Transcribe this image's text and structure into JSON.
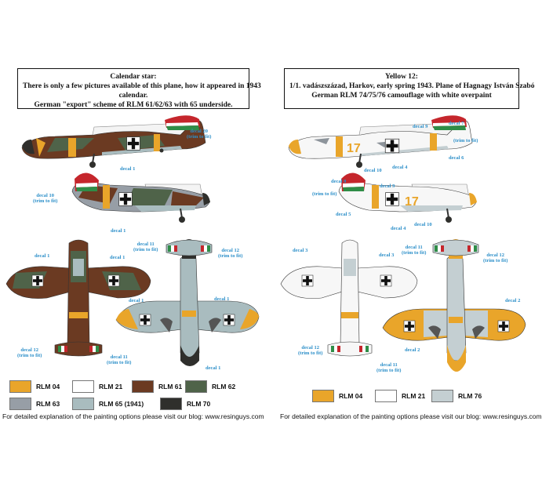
{
  "colors": {
    "RLM 04": "#e9a52a",
    "RLM 21": "#ffffff",
    "RLM 61": "#6b3a22",
    "RLM 62": "#4f6349",
    "RLM 63": "#979ea6",
    "RLM 65": "#a9bcbf",
    "RLM 70": "#2f2f2c",
    "RLM 74": "#6b7680",
    "RLM 75": "#8d949b",
    "RLM 76": "#c4cfd2",
    "decal": "#2c8fc9",
    "hun_red": "#c5262c",
    "hun_green": "#2f8d47"
  },
  "left": {
    "title_lines": [
      "Calendar star:",
      "There is only a few pictures available of this plane,  how it appeared in 1943",
      "calendar.",
      "German \"export\" scheme of RLM 61/62/63 with 65 underside."
    ],
    "decals": {
      "d20": "decal 20",
      "d20_trim": "(trim to fit)",
      "d1_a": "decal 1",
      "d10": "decal 10",
      "d10_trim": "(trim to fit)",
      "d1_b": "decal 1",
      "d1_c": "decal 1",
      "d1_d": "decal 1",
      "d11_top": "decal 11",
      "d11_top_trim": "(trim to fit)",
      "d12_top": "decal 12",
      "d12_top_trim": "(trim to fit)",
      "d1_e": "decal 1",
      "d1_f": "decal 1",
      "d12_bot": "decal 12",
      "d12_bot_trim": "(trim to fit)",
      "d11_bot": "decal 11",
      "d11_bot_trim": "(trim to fit)",
      "d1_g": "decal 1"
    },
    "swatches": [
      {
        "label": "RLM 04",
        "color": "#e9a52a"
      },
      {
        "label": "RLM 21",
        "color": "#ffffff"
      },
      {
        "label": "RLM 61",
        "color": "#6b3a22"
      },
      {
        "label": "RLM 62",
        "color": "#4f6349"
      },
      {
        "label": "RLM 63",
        "color": "#979ea6"
      },
      {
        "label": "RLM 65 (1941)",
        "color": "#a9bcbf"
      },
      {
        "label": "RLM 70",
        "color": "#2f2f2c"
      }
    ],
    "footer": "For detailed explanation of the painting options please visit our blog: www.resinguys.com"
  },
  "right": {
    "title_lines": [
      "Yellow 12:",
      "1/1. vadászszázad, Harkov, early spring 1943. Plane of Hagnagy István Szabó",
      "German RLM  74/75/76 camouflage with white overpaint"
    ],
    "decals": {
      "d9_a": "decal 9",
      "d7": "decal 7",
      "d7_trim": "(trim to fit)",
      "d6": "decal 6",
      "d10_a": "decal 10",
      "d4_a": "decal 4",
      "d8": "decal 8",
      "d9_b": "decal 9",
      "d8_trim": "(trim to fit)",
      "d5": "decal 5",
      "d4_b": "decal 4",
      "d10_b": "decal 10",
      "d3_a": "decal 3",
      "d3_b": "decal 3",
      "d11_top": "decal 11",
      "d11_top_trim": "(trim to fit)",
      "d12_top": "decal 12",
      "d12_top_trim": "(trim to fit)",
      "d2_a": "decal 2",
      "d2_b": "decal 2",
      "d12_bot": "decal 12",
      "d12_bot_trim": "(trim to fit)",
      "d11_bot": "decal 11",
      "d11_bot_trim": "(trim to fit)",
      "fuselage_number": "17",
      "wing_number": "17"
    },
    "swatches": [
      {
        "label": "RLM 04",
        "color": "#e9a52a"
      },
      {
        "label": "RLM 21",
        "color": "#ffffff"
      },
      {
        "label": "RLM 76",
        "color": "#c4cfd2"
      }
    ],
    "footer": "For detailed explanation of the painting options please visit our blog: www.resinguys.com"
  }
}
